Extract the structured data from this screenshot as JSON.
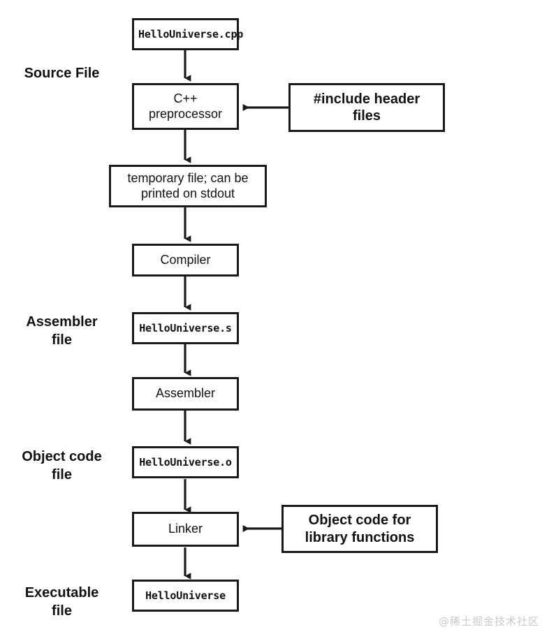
{
  "diagram": {
    "title": "C++ compilation pipeline",
    "colors": {
      "stroke": "#1a1a1a",
      "fill": "#ffffff",
      "text": "#111111",
      "watermark": "#c9c9c9"
    },
    "stage_labels": [
      {
        "id": "source-file",
        "text": "Source File"
      },
      {
        "id": "assembler-file",
        "text": "Assembler\nfile"
      },
      {
        "id": "object-code-file",
        "text": "Object code\nfile"
      },
      {
        "id": "executable-file",
        "text": "Executable\nfile"
      }
    ],
    "nodes": [
      {
        "id": "hellouniverse-cpp",
        "text": "HelloUniverse.cpp",
        "style": "mono"
      },
      {
        "id": "cpp-preprocessor",
        "text": "C++\npreprocessor",
        "style": "sans"
      },
      {
        "id": "include-header-files",
        "text": "#include header\nfiles",
        "style": "note"
      },
      {
        "id": "temporary-file",
        "text": "temporary file; can be\nprinted on stdout",
        "style": "sans"
      },
      {
        "id": "compiler",
        "text": "Compiler",
        "style": "sans"
      },
      {
        "id": "hellouniverse-s",
        "text": "HelloUniverse.s",
        "style": "mono"
      },
      {
        "id": "assembler",
        "text": "Assembler",
        "style": "sans"
      },
      {
        "id": "hellouniverse-o",
        "text": "HelloUniverse.o",
        "style": "mono"
      },
      {
        "id": "linker",
        "text": "Linker",
        "style": "sans"
      },
      {
        "id": "object-code-library",
        "text": "Object code for\nlibrary functions",
        "style": "note"
      },
      {
        "id": "hellouniverse",
        "text": "HelloUniverse",
        "style": "mono"
      }
    ],
    "edges": [
      {
        "from": "hellouniverse-cpp",
        "to": "cpp-preprocessor",
        "direction": "down"
      },
      {
        "from": "cpp-preprocessor",
        "to": "temporary-file",
        "direction": "down"
      },
      {
        "from": "temporary-file",
        "to": "compiler",
        "direction": "down"
      },
      {
        "from": "compiler",
        "to": "hellouniverse-s",
        "direction": "down"
      },
      {
        "from": "hellouniverse-s",
        "to": "assembler",
        "direction": "down"
      },
      {
        "from": "assembler",
        "to": "hellouniverse-o",
        "direction": "down"
      },
      {
        "from": "hellouniverse-o",
        "to": "linker",
        "direction": "down"
      },
      {
        "from": "linker",
        "to": "hellouniverse",
        "direction": "down"
      },
      {
        "from": "include-header-files",
        "to": "cpp-preprocessor",
        "direction": "left"
      },
      {
        "from": "object-code-library",
        "to": "linker",
        "direction": "left"
      }
    ]
  },
  "watermark": {
    "text": "@稀土掘金技术社区"
  }
}
